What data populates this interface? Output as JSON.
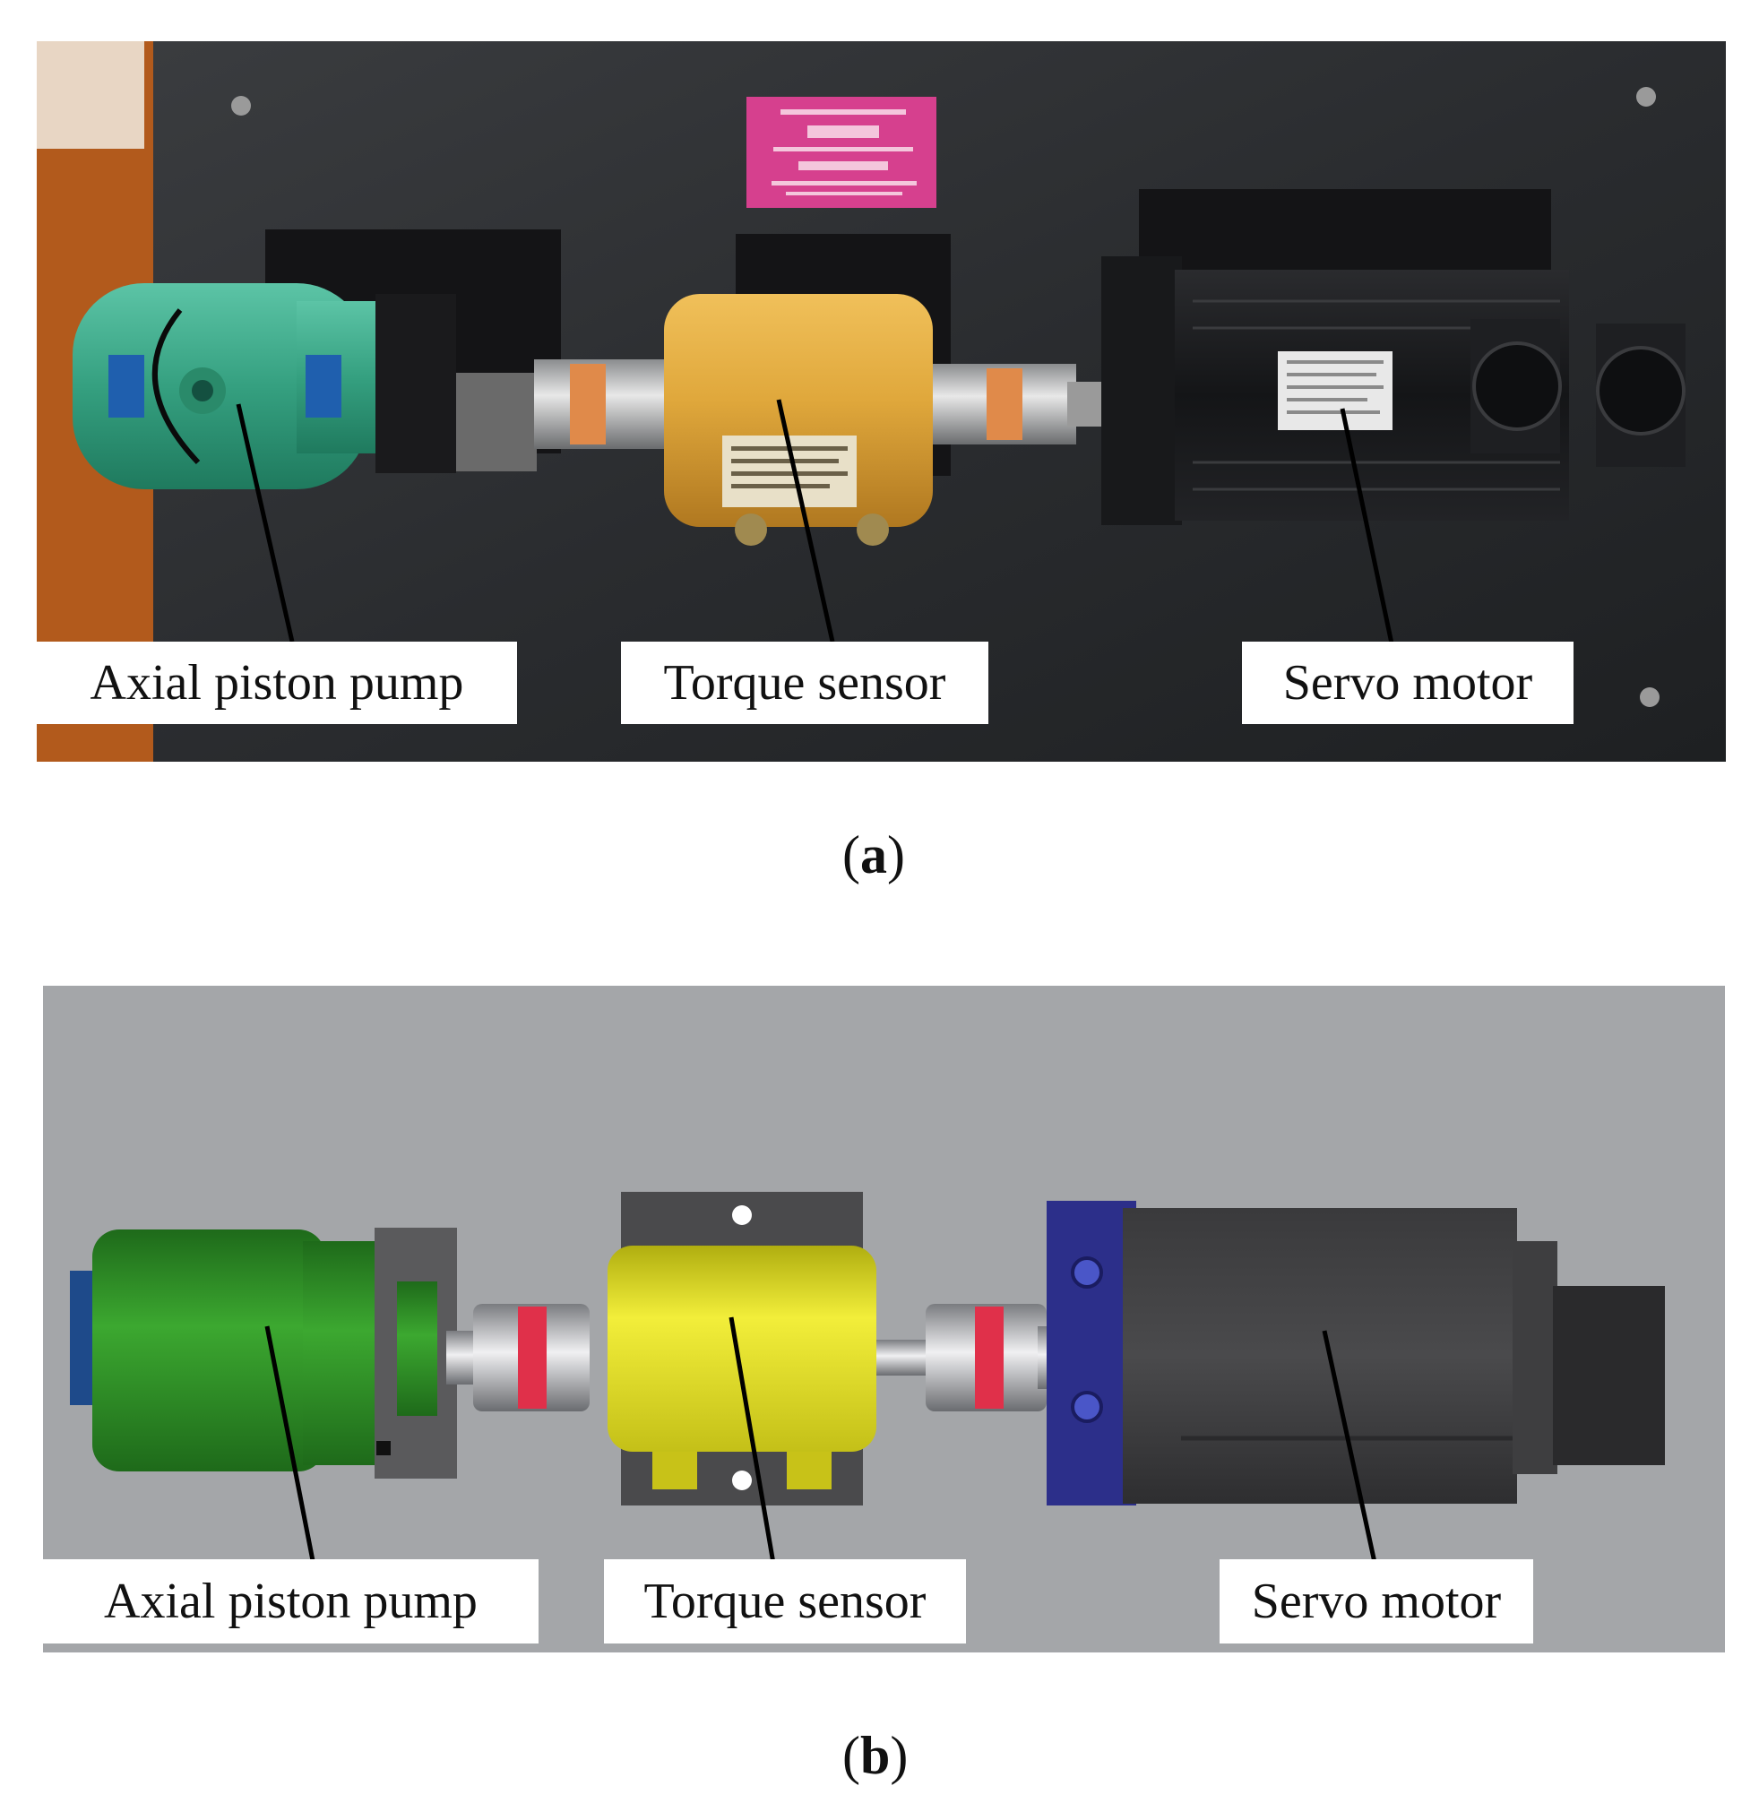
{
  "panels": {
    "a": {
      "caption_letter": "a",
      "labels": {
        "pump": "Axial piston pump",
        "sensor": "Torque sensor",
        "motor": "Servo motor"
      }
    },
    "b": {
      "caption_letter": "b",
      "labels": {
        "pump": "Axial piston pump",
        "sensor": "Torque sensor",
        "motor": "Servo motor"
      }
    }
  },
  "colors": {
    "board": "#2c2e31",
    "pump_photo": "#3aa888",
    "sensor_photo": "#d9a23a",
    "motor": "#1b1c1e",
    "sticker": "#d6408e",
    "render_background": "#a4a6a9",
    "pump_render": "#2e8f2a",
    "sensor_render": "#e4e02a",
    "motor_flange": "#2c2f8a",
    "coupling_insert": "#e0304a"
  }
}
